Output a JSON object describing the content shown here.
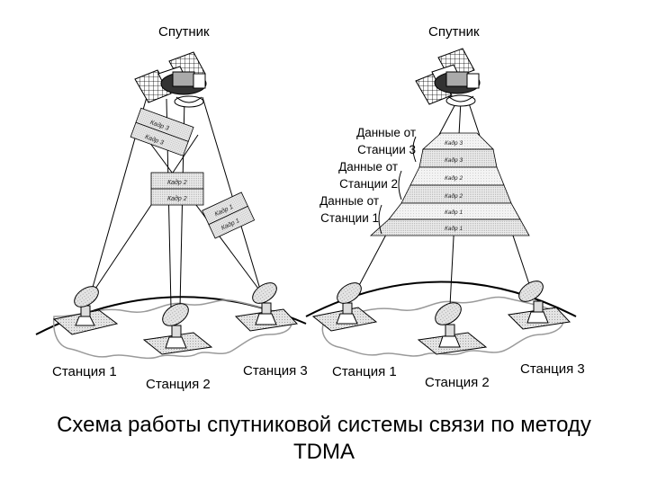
{
  "left_panel": {
    "satellite_label": "Спутник",
    "stations": [
      "Станция 1",
      "Станция 2",
      "Станция 3"
    ]
  },
  "right_panel": {
    "satellite_label": "Спутник",
    "stations": [
      "Станция 1",
      "Станция 2",
      "Станция 3"
    ],
    "data_labels": [
      {
        "line1": "Данные от",
        "line2": "Станции 3"
      },
      {
        "line1": "Данные от",
        "line2": "Станции 2"
      },
      {
        "line1": "Данные от",
        "line2": "Станции 1"
      }
    ]
  },
  "caption": {
    "line1": "Схема работы спутниковой системы связи по методу",
    "line2": "TDMA"
  }
}
